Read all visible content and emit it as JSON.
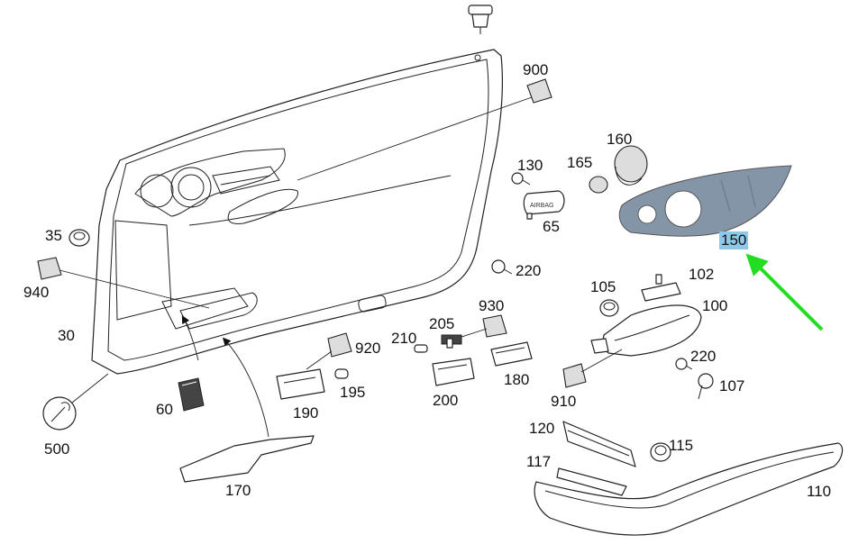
{
  "diagram": {
    "highlight_color": "#8ec8e8",
    "highlighted_part_fill": "#8595a8",
    "pointer_arrow_color": "#22dd22",
    "labels": {
      "p900": "900",
      "p160": "160",
      "p165": "165",
      "p130": "130",
      "p65": "65",
      "p150": "150",
      "p35": "35",
      "p220a": "220",
      "p940": "940",
      "p102": "102",
      "p105": "105",
      "p100": "100",
      "p930": "930",
      "p30": "30",
      "p205": "205",
      "p210": "210",
      "p920": "920",
      "p220b": "220",
      "p107": "107",
      "p180": "180",
      "p195": "195",
      "p910": "910",
      "p60": "60",
      "p200": "200",
      "p190": "190",
      "p500": "500",
      "p120": "120",
      "p115": "115",
      "p117": "117",
      "p170": "170",
      "p110": "110"
    },
    "airbag_text": "AIRBAG"
  }
}
